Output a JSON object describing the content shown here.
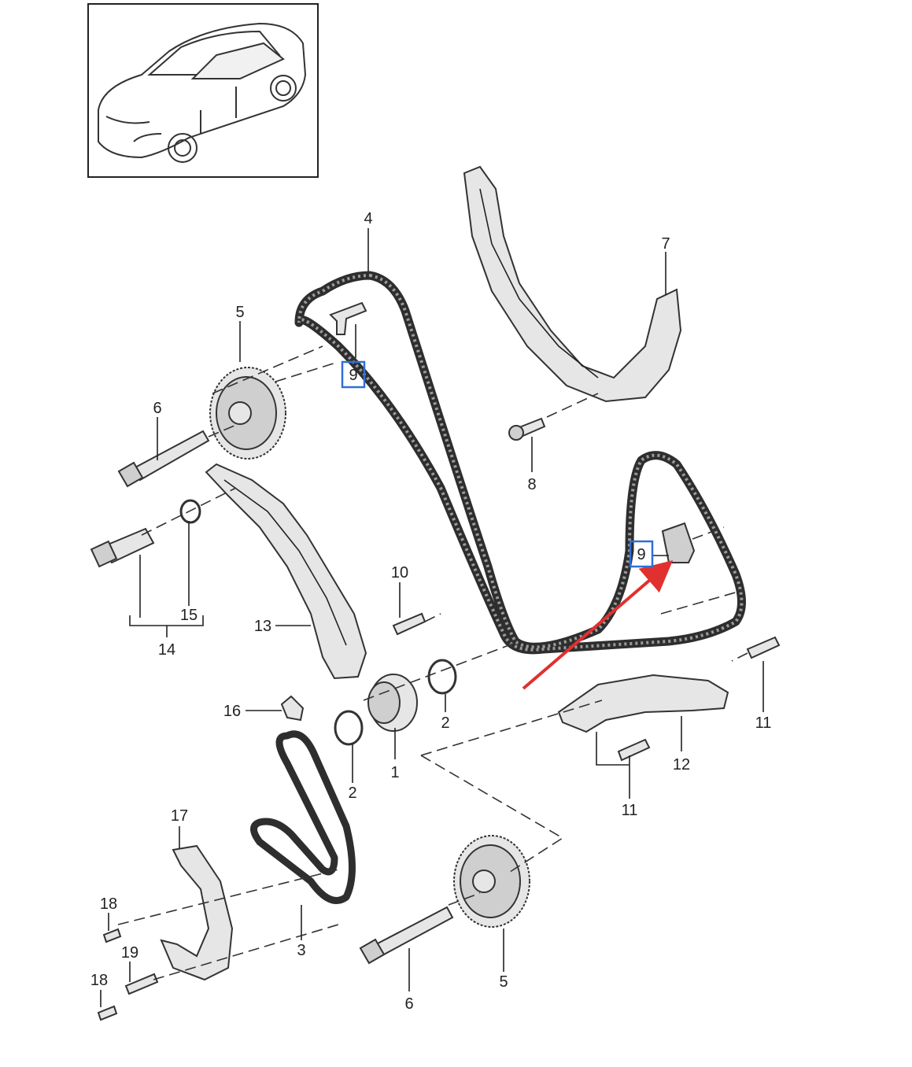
{
  "labels": {
    "l4": "4",
    "l5a": "5",
    "l6a": "6",
    "l7": "7",
    "l8": "8",
    "l9a": "9",
    "l9b": "9",
    "l10": "10",
    "l11a": "11",
    "l11b": "11",
    "l12": "12",
    "l13": "13",
    "l14": "14",
    "l15": "15",
    "l16": "16",
    "l1": "1",
    "l2a": "2",
    "l2b": "2",
    "l3": "3",
    "l17": "17",
    "l18a": "18",
    "l18b": "18",
    "l19": "19",
    "l5b": "5",
    "l6b": "6"
  },
  "colors": {
    "callout_border": "#2f6fd6",
    "highlight_arrow": "#e03030"
  }
}
